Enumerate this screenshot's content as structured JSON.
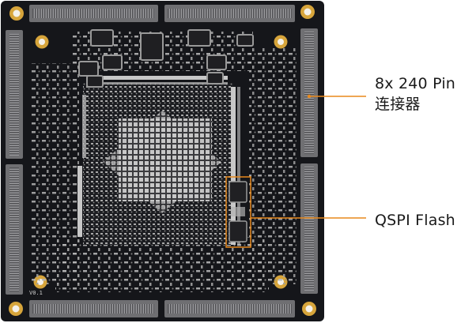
{
  "annotations": {
    "connector": {
      "line1": "8x 240 Pin",
      "line2": "连接器"
    },
    "flash": {
      "text": "QSPI Flash"
    }
  },
  "board": {
    "silkscreen": "V0.1"
  },
  "colors": {
    "pcb": "#15161a",
    "pad": "#bdbdbd",
    "connector": "#7a7a7c",
    "gold": "#d7a53b",
    "leader": "#e8891c"
  }
}
